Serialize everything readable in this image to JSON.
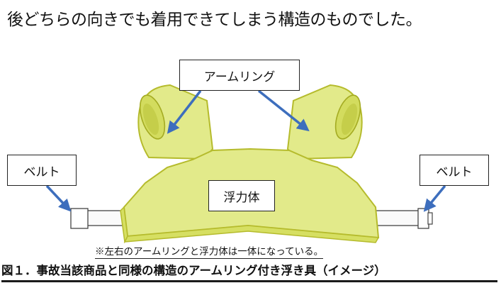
{
  "heading": "後どちらの向きでも着用できてしまう構造のものでした。",
  "labels": {
    "arm_ring": "アームリング",
    "belt_left": "ベルト",
    "belt_right": "ベルト",
    "float_body": "浮力体"
  },
  "note": "※左右のアームリングと浮力体は一体になっている。",
  "caption": "図１．事故当該商品と同様の構造のアームリング付き浮き具（イメージ）",
  "colors": {
    "float_fill": "#e2ea8a",
    "float_edge": "#b5bb2c",
    "arrow": "#3d6ebd"
  }
}
